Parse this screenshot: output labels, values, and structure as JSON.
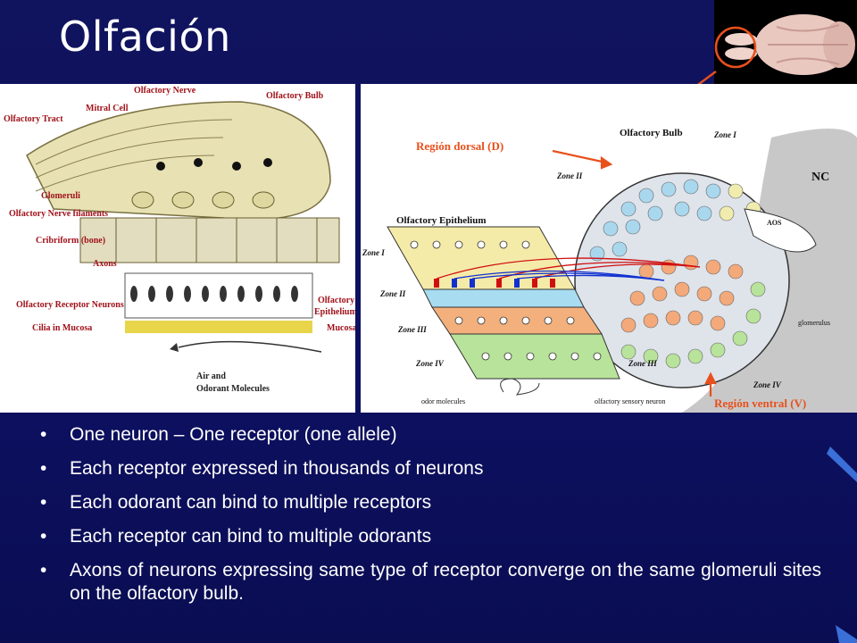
{
  "slide": {
    "title": "Olfación",
    "bullets": [
      "One neuron – One receptor (one allele)",
      "Each receptor expressed in thousands of neurons",
      "Each odorant can bind to multiple receptors",
      "Each receptor can bind to multiple odorants",
      "Axons of neurons expressing same type of receptor converge on the same glomeruli sites on the olfactory bulb."
    ],
    "bullet_symbol": "•"
  },
  "left_figure": {
    "labels": {
      "olfactory_nerve": "Olfactory Nerve",
      "olfactory_bulb": "Olfactory Bulb",
      "olfactory_tract": "Olfactory Tract",
      "mitral_cell": "Mitral Cell",
      "glomeruli": "Glomeruli",
      "nerve_filaments": "Olfactory Nerve filaments",
      "cribriform": "Cribriform (bone)",
      "axons": "Axons",
      "receptor_neurons": "Olfactory Receptor Neurons",
      "epithelium_1": "Olfactory",
      "epithelium_2": "Epithelium",
      "cilia": "Cilia in Mucosa",
      "mucosa": "Mucosa",
      "air_1": "Air and",
      "air_2": "Odorant Molecules"
    }
  },
  "right_figure": {
    "labels": {
      "region_dorsal": "Región dorsal (D)",
      "region_ventral": "Región ventral (V)",
      "olfactory_bulb": "Olfactory Bulb",
      "zone_1_bulb": "Zone I",
      "zone_2_bulb": "Zone II",
      "zone_3_bulb": "Zone III",
      "zone_4_bulb": "Zone IV",
      "nc": "NC",
      "aos": "AOS",
      "glomerulus": "glomerulus",
      "epithelium": "Olfactory Epithelium",
      "zone_1": "Zone I",
      "zone_2": "Zone II",
      "zone_3": "Zone III",
      "zone_4": "Zone IV",
      "odor_molecules": "odor molecules",
      "sensory_neuron": "olfactory sensory neuron"
    },
    "colors": {
      "annotation": "#e8501c",
      "zone_1": "#f5eba8",
      "zone_2": "#a8dcf0",
      "zone_3": "#f4b07c",
      "zone_4": "#b8e39a"
    }
  }
}
